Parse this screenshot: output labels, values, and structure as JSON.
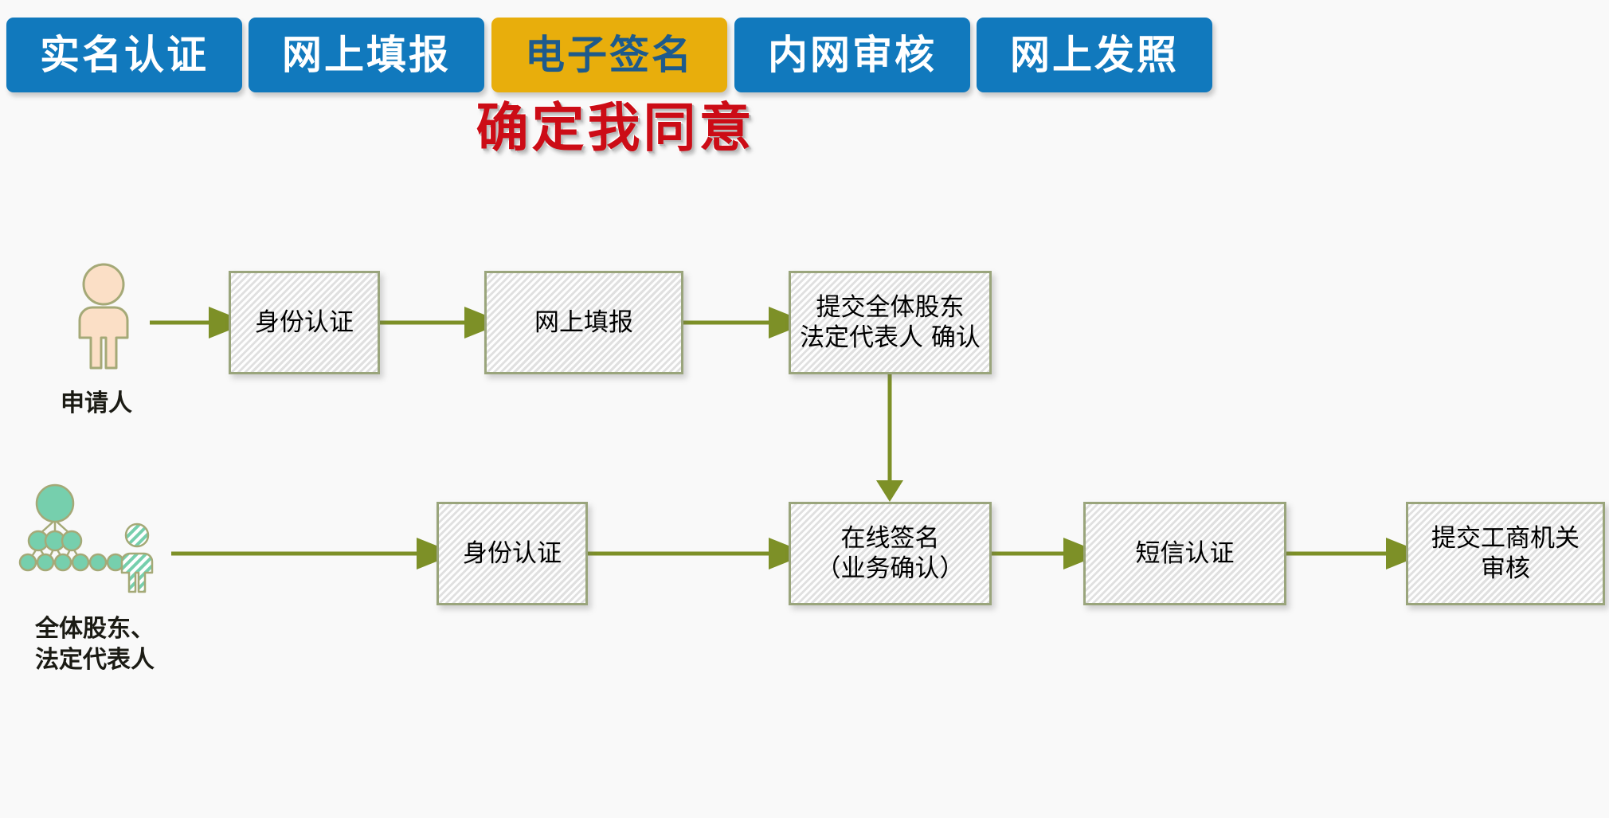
{
  "steps": {
    "tabs": [
      {
        "label": "实名认证",
        "state": "inactive"
      },
      {
        "label": "网上填报",
        "state": "inactive"
      },
      {
        "label": "电子签名",
        "state": "active"
      },
      {
        "label": "内网审核",
        "state": "inactive"
      },
      {
        "label": "网上发照",
        "state": "inactive"
      }
    ]
  },
  "heading": {
    "title": "确定我同意"
  },
  "colors": {
    "tab_inactive_bg": "#1179bd",
    "tab_inactive_text": "#ffffff",
    "tab_active_bg": "#e8ae0c",
    "tab_active_text": "#1d5a8c",
    "title_text": "#cc0c16",
    "arrow": "#7d9027",
    "box_border": "#9aa57c",
    "box_fill": "#f0f0f0",
    "actor_person_fill": "#fbdfc6",
    "actor_person_stroke": "#a5a977",
    "actor_group_fill": "#76cfad",
    "actor_group_stroke": "#a5a977",
    "page_bg": "#f9f9f9"
  },
  "flow": {
    "lanes": [
      {
        "actor": {
          "label": "申请人",
          "icon": "person-icon"
        },
        "nodes": [
          {
            "label": "身份认证"
          },
          {
            "label": "网上填报"
          },
          {
            "label": "提交全体股东\n法定代表人 确认"
          }
        ]
      },
      {
        "actor": {
          "label": "全体股东、\n法定代表人",
          "icon": "org-hierarchy-icon"
        },
        "nodes": [
          {
            "label": "身份认证"
          },
          {
            "label": "在线签名\n（业务确认）"
          },
          {
            "label": "短信认证"
          },
          {
            "label": "提交工商机关\n审核"
          }
        ]
      }
    ],
    "connectors": [
      {
        "from": "申请人",
        "to": "身份认证",
        "direction": "right"
      },
      {
        "from": "身份认证",
        "to": "网上填报",
        "direction": "right"
      },
      {
        "from": "网上填报",
        "to": "提交全体股东 法定代表人 确认",
        "direction": "right"
      },
      {
        "from": "提交全体股东 法定代表人 确认",
        "to": "在线签名（业务确认）",
        "direction": "down"
      },
      {
        "from": "全体股东、法定代表人",
        "to": "身份认证",
        "direction": "right"
      },
      {
        "from": "身份认证",
        "to": "在线签名（业务确认）",
        "direction": "right"
      },
      {
        "from": "在线签名（业务确认）",
        "to": "短信认证",
        "direction": "right"
      },
      {
        "from": "短信认证",
        "to": "提交工商机关审核",
        "direction": "right"
      }
    ]
  }
}
